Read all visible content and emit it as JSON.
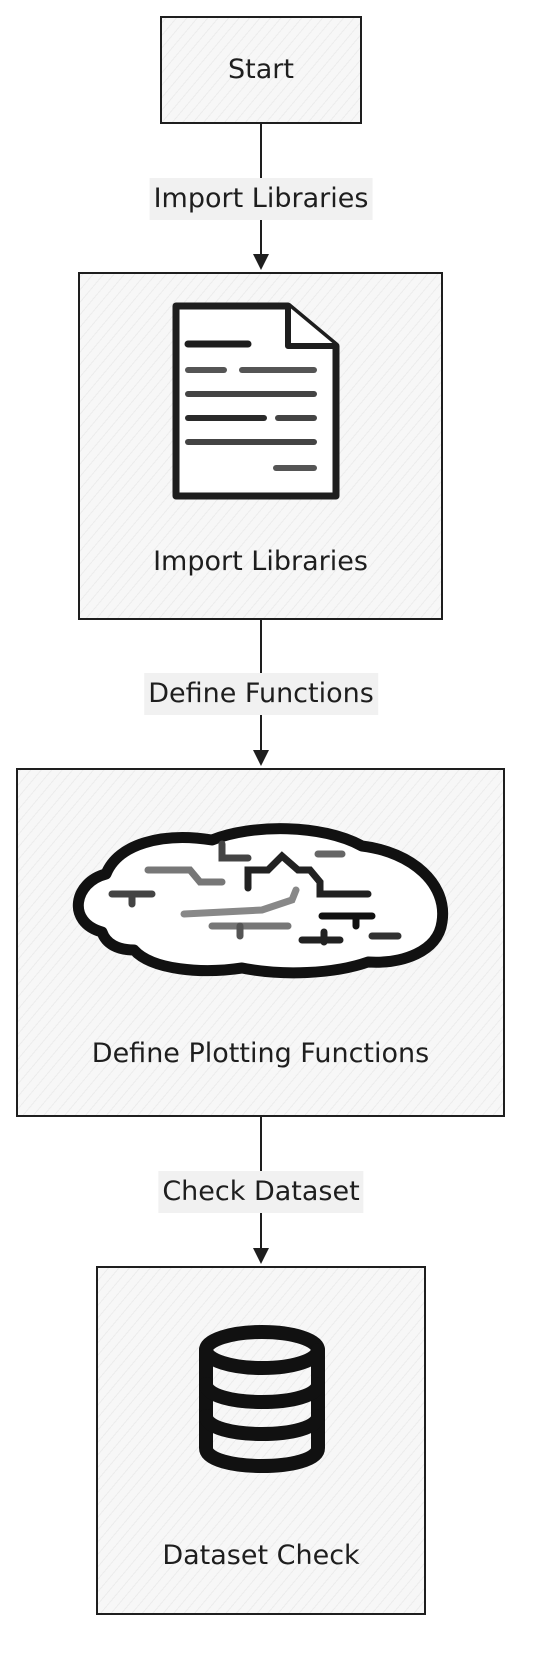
{
  "nodes": {
    "start": {
      "label": "Start"
    },
    "import": {
      "label": "Import Libraries",
      "icon": "document-icon"
    },
    "define": {
      "label": "Define Plotting Functions",
      "icon": "brain-icon"
    },
    "dataset": {
      "label": "Dataset Check",
      "icon": "database-icon"
    }
  },
  "edges": [
    {
      "label": "Import Libraries"
    },
    {
      "label": "Define Functions"
    },
    {
      "label": "Check Dataset"
    }
  ],
  "colors": {
    "stroke": "#1e1e1e",
    "fill": "#f7f7f7",
    "edge_label_bg": "#f1f1f1"
  }
}
